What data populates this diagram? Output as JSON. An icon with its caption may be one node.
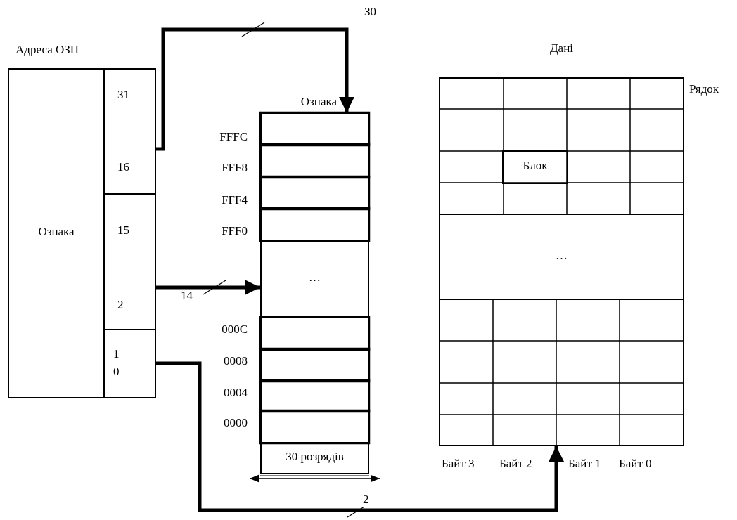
{
  "diagram": {
    "nodes": [
      {
        "text": [
          "Адреса ОЗП"
        ]
      },
      {
        "text": [
          "Ознака"
        ],
        "in": 0
      },
      {
        "text": [
          "31",
          "16"
        ],
        "in": 0
      },
      {
        "text": [
          "15",
          "2"
        ],
        "in": 0
      },
      {
        "text": [
          "1 0"
        ],
        "in": 0
      },
      {
        "text": [
          "Ознака"
        ]
      },
      {
        "text": [],
        "shape": "box",
        "in": 5,
        "beside": [
          "FFFC"
        ]
      },
      {
        "text": [],
        "shape": "box",
        "in": 5,
        "beside": [
          "FFF8"
        ]
      },
      {
        "text": [],
        "shape": "box",
        "in": 5,
        "beside": [
          "FFF4"
        ]
      },
      {
        "text": [],
        "shape": "box",
        "in": 5,
        "beside": [
          "FFF0"
        ]
      },
      {
        "text": [
          "…"
        ],
        "in": 5
      },
      {
        "text": [],
        "shape": "box",
        "in": 5,
        "beside": [
          "000C"
        ]
      },
      {
        "text": [],
        "shape": "box",
        "in": 5,
        "beside": [
          "0008"
        ]
      },
      {
        "text": [],
        "shape": "box",
        "in": 5,
        "beside": [
          "0004"
        ]
      },
      {
        "text": [],
        "shape": "box",
        "in": 5,
        "beside": [
          "0000"
        ]
      },
      {
        "text": [
          "30 розрядів"
        ],
        "in": 5
      },
      {
        "text": [
          "Дані"
        ]
      },
      {
        "text": [
          "Блок"
        ],
        "in": 16
      },
      {
        "text": [
          "…"
        ],
        "in": 16
      }
    ],
    "edges": [
      {
        "from": 2,
        "to": 5,
        "arrow": "to",
        "label": "30"
      },
      {
        "from": 3,
        "to": 10,
        "arrow": "to",
        "label": "14"
      },
      {
        "from": 4,
        "to": 16,
        "arrow": "to",
        "label": "2"
      }
    ],
    "labels": [
      "Рядок",
      "Байт 3",
      "Байт 2",
      "Байт 1",
      "Байт 0"
    ]
  }
}
